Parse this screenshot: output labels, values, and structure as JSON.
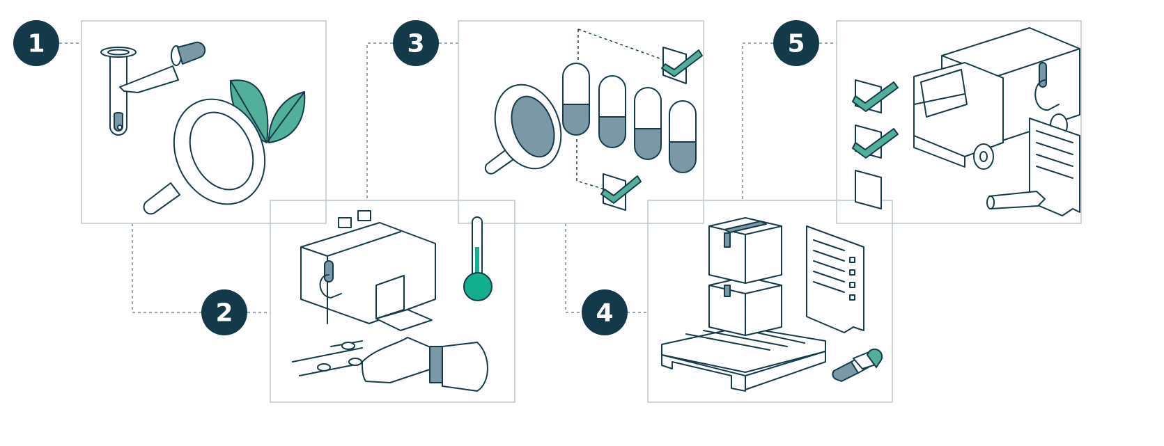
{
  "steps": [
    {
      "number": "1",
      "icon": "lab-sample-inspection-icon"
    },
    {
      "number": "2",
      "icon": "manufacturing-facility-icon"
    },
    {
      "number": "3",
      "icon": "capsule-quality-check-icon"
    },
    {
      "number": "4",
      "icon": "packaging-pallet-icon"
    },
    {
      "number": "5",
      "icon": "delivery-truck-icon"
    }
  ],
  "colors": {
    "badge": "#143a4a",
    "accent": "#52b09a",
    "fill": "#7a98a6",
    "panel_border": "#b8c9d1"
  }
}
